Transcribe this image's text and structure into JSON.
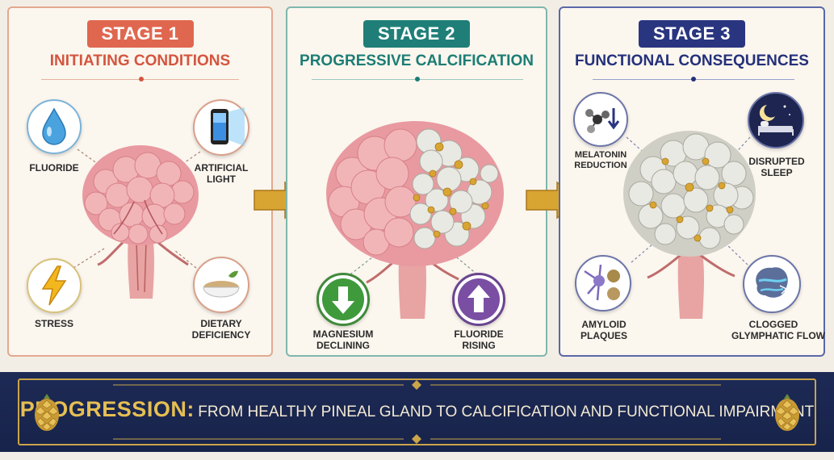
{
  "stages": [
    {
      "badge": "STAGE 1",
      "title": "INITIATING CONDITIONS",
      "color": "#e0674f",
      "items": [
        {
          "icon": "water-drop-icon",
          "label": [
            "FLUORIDE"
          ]
        },
        {
          "icon": "smartphone-icon",
          "label": [
            "ARTIFICIAL",
            "LIGHT"
          ]
        },
        {
          "icon": "lightning-icon",
          "label": [
            "STRESS"
          ]
        },
        {
          "icon": "food-bowl-icon",
          "label": [
            "DIETARY",
            "DEFICIENCY"
          ]
        }
      ]
    },
    {
      "badge": "STAGE 2",
      "title": "PROGRESSIVE CALCIFICATION",
      "color": "#1f7f78",
      "items": [
        {
          "icon": "down-arrow-icon",
          "label": [
            "MAGNESIUM",
            "DECLINING"
          ]
        },
        {
          "icon": "up-arrow-icon",
          "label": [
            "FLUORIDE",
            "RISING"
          ]
        }
      ]
    },
    {
      "badge": "STAGE 3",
      "title": "FUNCTIONAL CONSEQUENCES",
      "color": "#2a3580",
      "items": [
        {
          "icon": "molecule-icon",
          "label": [
            "MELATONIN",
            "REDUCTION"
          ]
        },
        {
          "icon": "moon-bed-icon",
          "label": [
            "DISRUPTED",
            "SLEEP"
          ]
        },
        {
          "icon": "neuron-icon",
          "label": [
            "AMYLOID",
            "PLAQUES"
          ]
        },
        {
          "icon": "brain-flow-icon",
          "label": [
            "CLOGGED",
            "GLYMPHATIC FLOW"
          ]
        }
      ]
    }
  ],
  "banner": {
    "lead": "PROGRESSION:",
    "text": "FROM HEALTHY PINEAL GLAND TO CALCIFICATION AND FUNCTIONAL IMPAIRMENT"
  },
  "colors": {
    "gold": "#d9a532",
    "navy": "#1d2a55",
    "pink_tissue": "#e89aa0",
    "calcified": "#d8d8d0"
  }
}
